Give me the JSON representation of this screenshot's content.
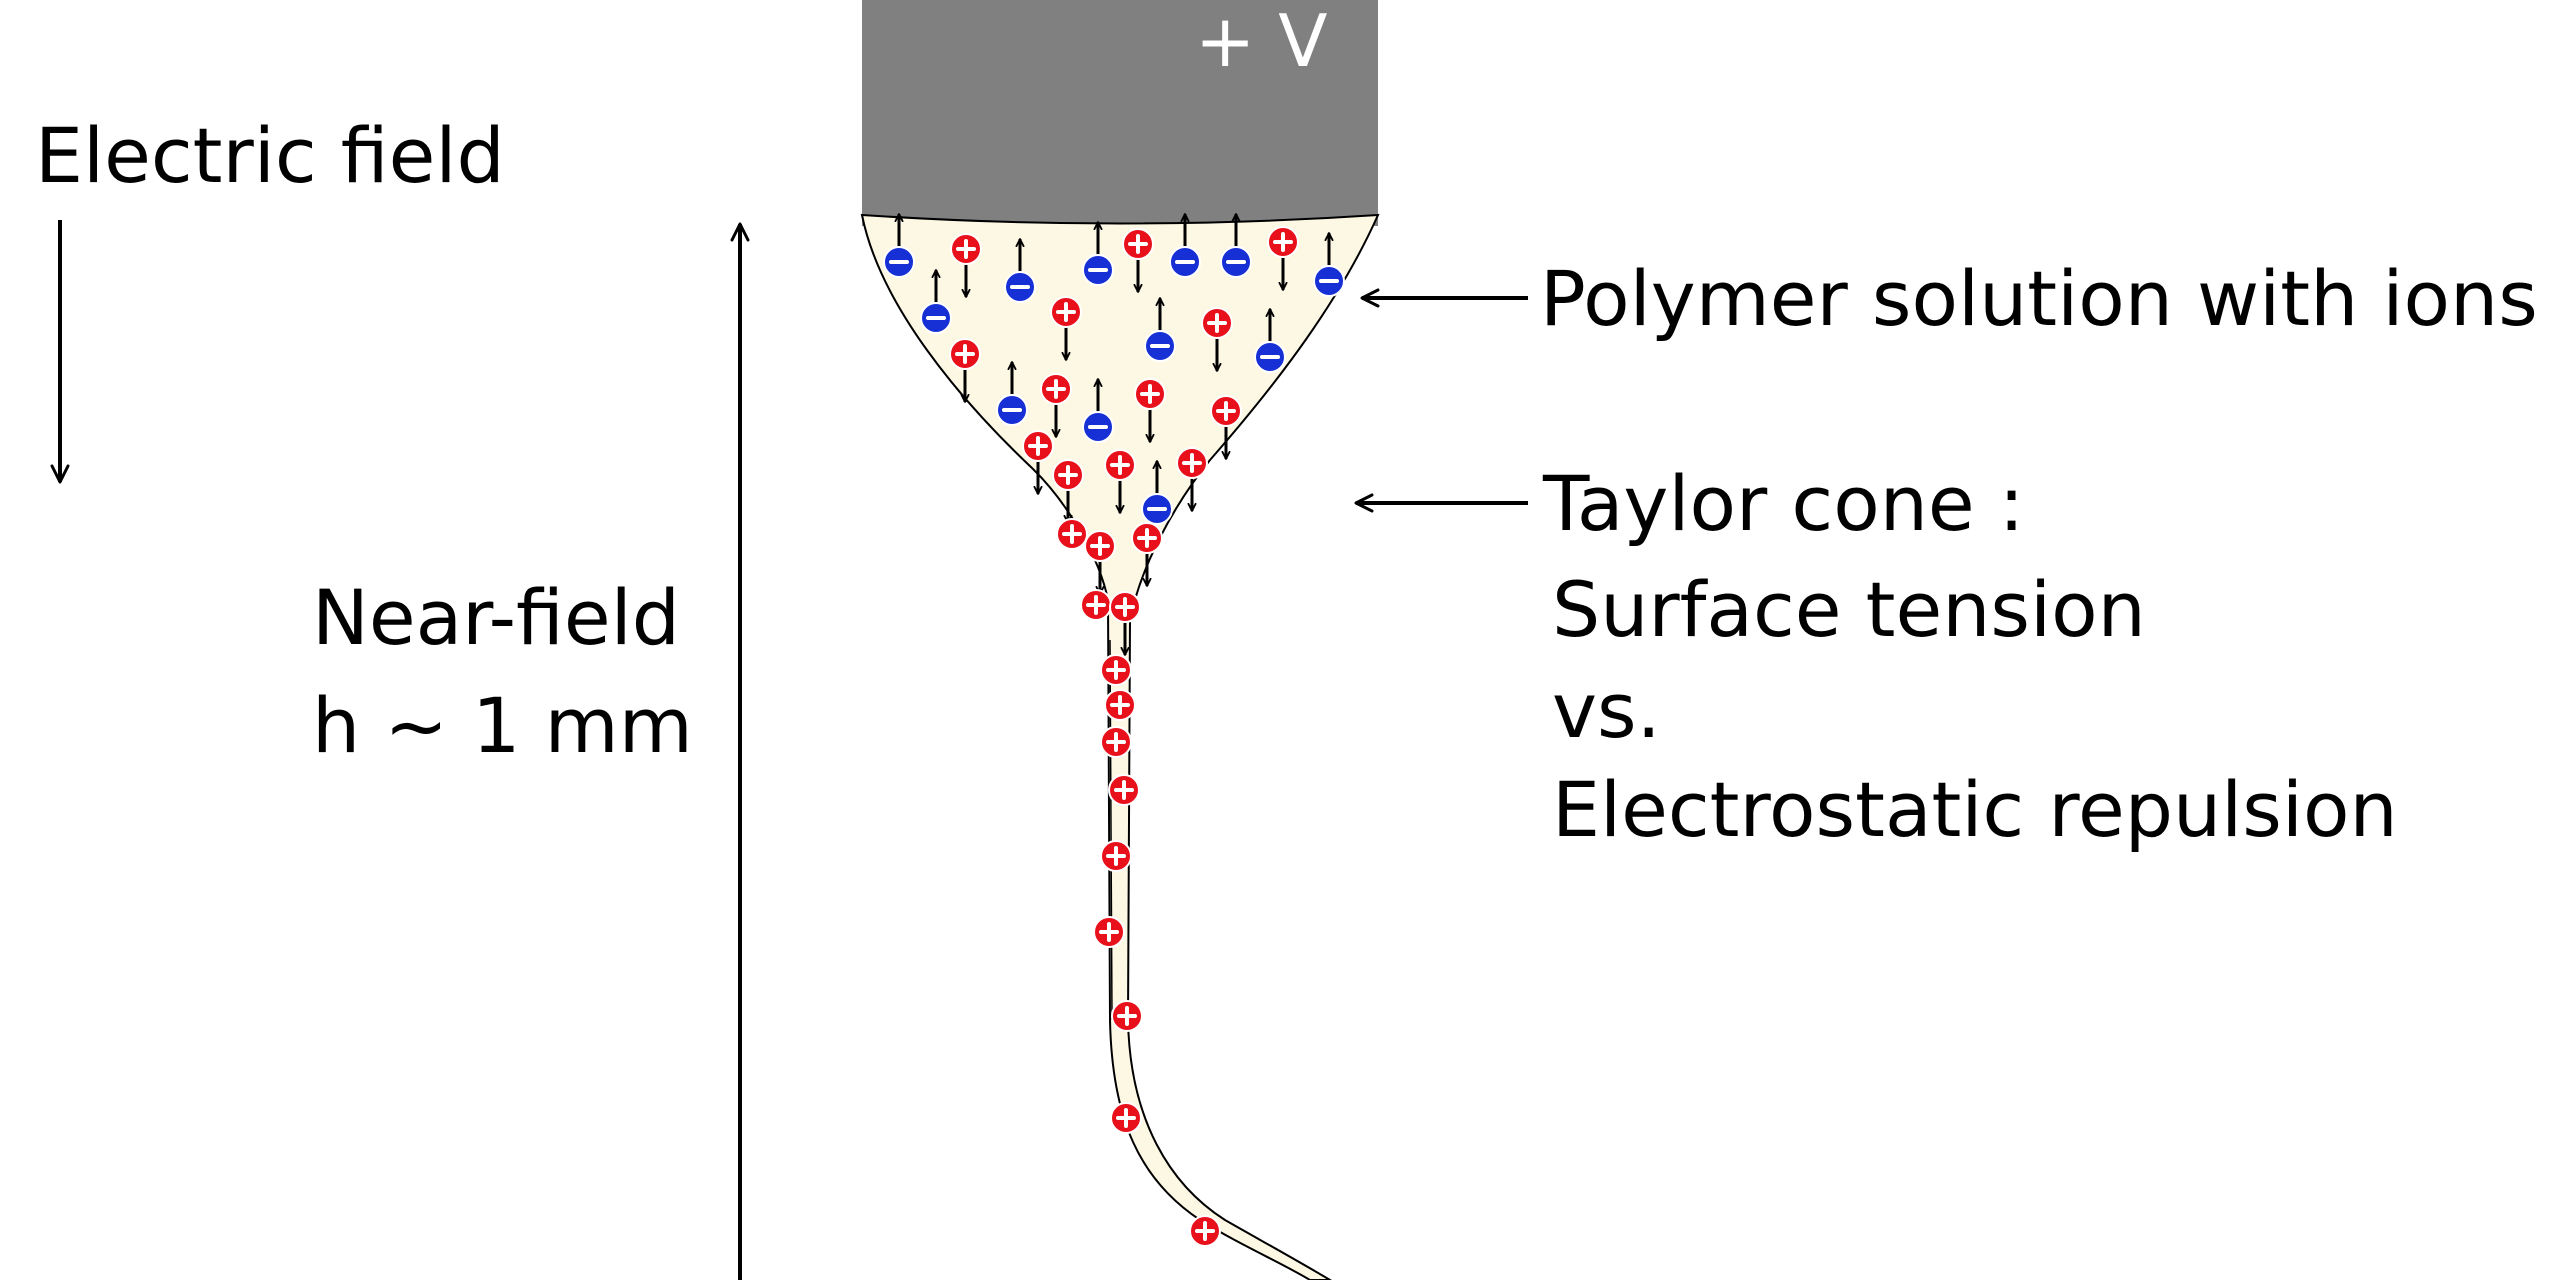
{
  "colors": {
    "electrode": "#808080",
    "solution": "#fdf8e4",
    "positive_ion": "#e8101a",
    "negative_ion": "#1730d6",
    "ink": "#000000"
  },
  "labels": {
    "voltage": "+ V",
    "electric_field": "Electric field",
    "near_field_1": "Near-field",
    "near_field_2": "h ~ 1 mm",
    "polymer_solution": "Polymer solution with ions",
    "taylor_cone_title": "Taylor cone :",
    "surface_tension": "Surface tension",
    "versus": "vs.",
    "electrostatic": "Electrostatic repulsion"
  },
  "ion_glyphs": {
    "positive": "+",
    "negative": "−"
  },
  "icons": {
    "field_direction": "arrow-down-icon",
    "distance": "arrow-up-icon",
    "pointer": "arrow-left-icon",
    "positive_ion": "plus-circle-icon",
    "negative_ion": "minus-circle-icon"
  }
}
